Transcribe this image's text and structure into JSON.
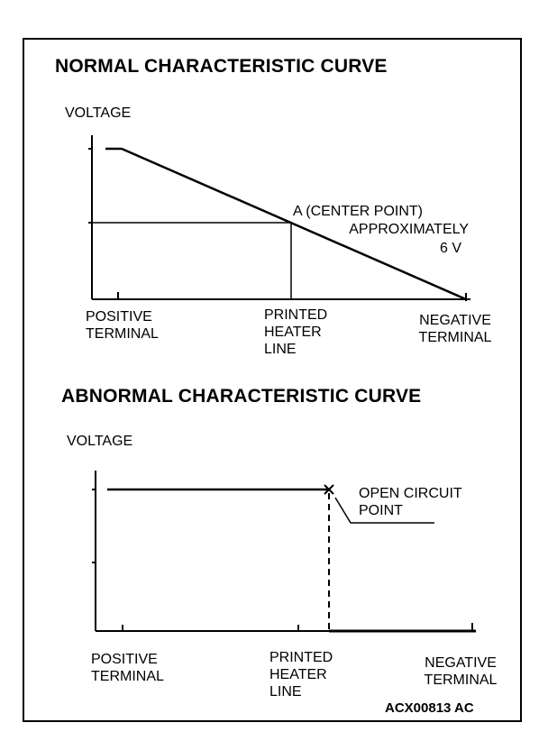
{
  "normal": {
    "title": "NORMAL CHARACTERISTIC CURVE",
    "y_label": "VOLTAGE",
    "point_label": "A (CENTER POINT)",
    "approx_line1": "APPROXIMATELY",
    "approx_line2": "6 V",
    "x_labels": {
      "positive": [
        "POSITIVE",
        "TERMINAL"
      ],
      "printed": [
        "PRINTED",
        "HEATER",
        "LINE"
      ],
      "negative": [
        "NEGATIVE",
        "TERMINAL"
      ]
    }
  },
  "abnormal": {
    "title": "ABNORMAL CHARACTERISTIC CURVE",
    "y_label": "VOLTAGE",
    "open_circuit_line1": "OPEN CIRCUIT",
    "open_circuit_line2": "POINT",
    "x_labels": {
      "positive": [
        "POSITIVE",
        "TERMINAL"
      ],
      "printed": [
        "PRINTED",
        "HEATER",
        "LINE"
      ],
      "negative": [
        "NEGATIVE",
        "TERMINAL"
      ]
    }
  },
  "figure_code": "ACX00813 AC"
}
